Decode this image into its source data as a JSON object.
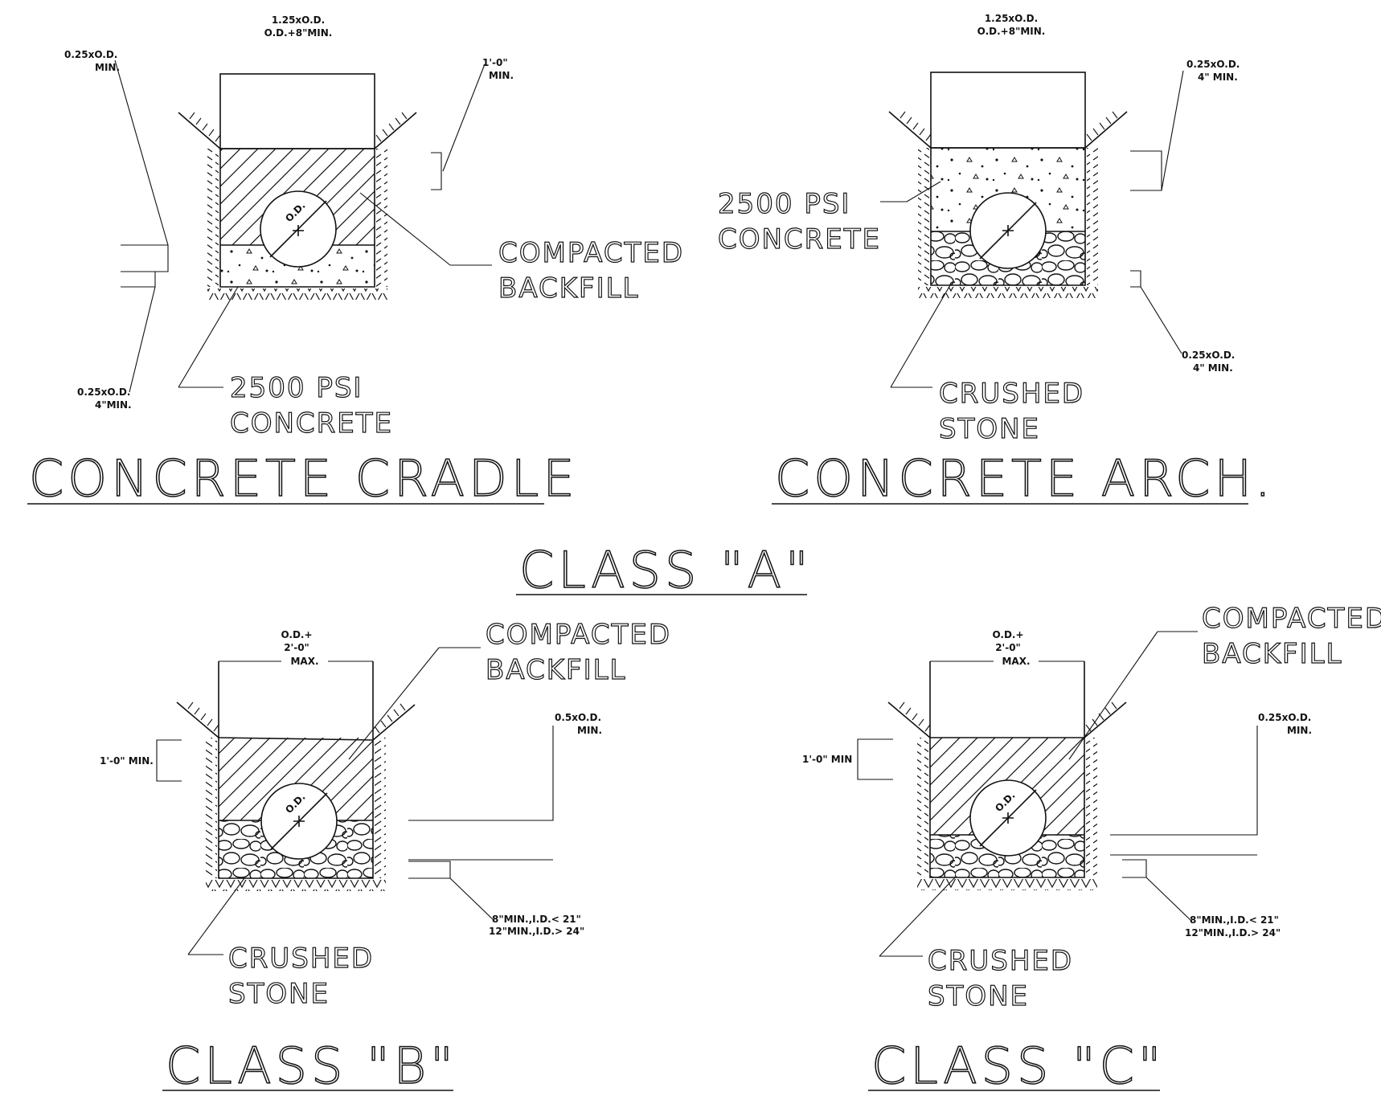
{
  "details": {
    "cradle": {
      "top_dim_1": "1.25xO.D.",
      "top_dim_2": "O.D.+8\"MIN.",
      "left_top_1": "0.25xO.D.",
      "left_top_2": "MIN.",
      "right_top_1": "1'-0\"",
      "right_top_2": "MIN.",
      "left_bottom_1": "0.25xO.D.",
      "left_bottom_2": "4\"MIN.",
      "pipe_label": "O.D.",
      "backfill_1": "COMPACTED",
      "backfill_2": "BACKFILL",
      "bedding_1": "2500 PSI",
      "bedding_2": "CONCRETE",
      "title": "CONCRETE CRADLE"
    },
    "arch": {
      "top_dim_1": "1.25xO.D.",
      "top_dim_2": "O.D.+8\"MIN.",
      "right_top_1": "0.25xO.D.",
      "right_top_2": "4\" MIN.",
      "right_bottom_1": "0.25xO.D.",
      "right_bottom_2": "4\" MIN.",
      "concrete_1": "2500 PSI",
      "concrete_2": "CONCRETE",
      "stone_1": "CRUSHED",
      "stone_2": "STONE",
      "title": "CONCRETE ARCH."
    },
    "class_a": {
      "title": "CLASS \"A\""
    },
    "class_b": {
      "top_dim_1": "O.D.+",
      "top_dim_2": "2'-0\"",
      "top_dim_3": "MAX.",
      "left_dim": "1'-0\" MIN.",
      "right_top_1": "0.5xO.D.",
      "right_top_2": "MIN.",
      "right_bottom_1": "8\"MIN.,I.D.< 21\"",
      "right_bottom_2": "12\"MIN.,I.D.> 24\"",
      "pipe_label": "O.D.",
      "backfill_1": "COMPACTED",
      "backfill_2": "BACKFILL",
      "stone_1": "CRUSHED",
      "stone_2": "STONE",
      "title": "CLASS \"B\""
    },
    "class_c": {
      "top_dim_1": "O.D.+",
      "top_dim_2": "2'-0\"",
      "top_dim_3": "MAX.",
      "left_dim": "1'-0\" MIN",
      "right_top_1": "0.25xO.D.",
      "right_top_2": "MIN.",
      "right_bottom_1": "8\"MIN.,I.D.< 21\"",
      "right_bottom_2": "12\"MIN.,I.D.> 24\"",
      "pipe_label": "O.D.",
      "backfill_1": "COMPACTED",
      "backfill_2": "BACKFILL",
      "stone_1": "CRUSHED",
      "stone_2": "STONE",
      "title": "CLASS \"C\""
    }
  }
}
